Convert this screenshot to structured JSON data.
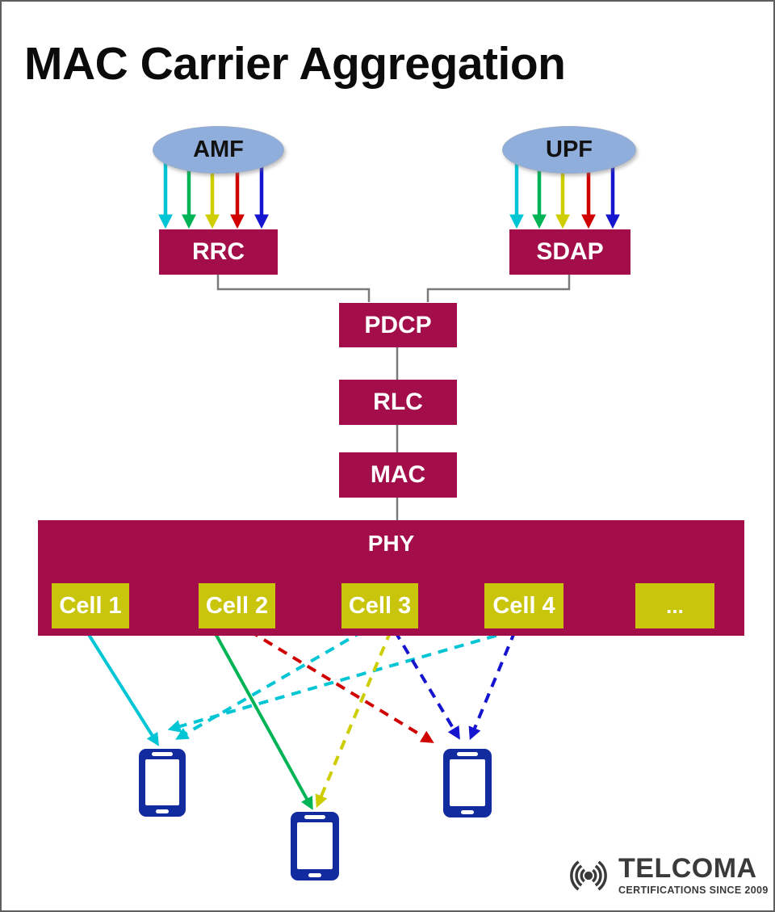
{
  "title": "MAC Carrier Aggregation",
  "core_network": {
    "amf": {
      "label": "AMF"
    },
    "upf": {
      "label": "UPF"
    }
  },
  "stack": {
    "rrc": {
      "label": "RRC"
    },
    "sdap": {
      "label": "SDAP"
    },
    "pdcp": {
      "label": "PDCP"
    },
    "rlc": {
      "label": "RLC"
    },
    "mac": {
      "label": "MAC"
    },
    "phy": {
      "label": "PHY"
    }
  },
  "cells": [
    {
      "label": "Cell 1"
    },
    {
      "label": "Cell 2"
    },
    {
      "label": "Cell 3"
    },
    {
      "label": "Cell 4"
    },
    {
      "label": "..."
    }
  ],
  "devices": [
    {
      "name": "smartphone-1"
    },
    {
      "name": "smartphone-2"
    },
    {
      "name": "smartphone-3"
    }
  ],
  "flows": {
    "amf_to_rrc_arrow_colors": [
      "#00c5d4",
      "#00b456",
      "#cdcd00",
      "#d00000",
      "#1515cf"
    ],
    "upf_to_sdap_arrow_colors": [
      "#00c5d4",
      "#00b456",
      "#cdcd00",
      "#d00000",
      "#1515cf"
    ],
    "cell_links": [
      {
        "from": "Cell 1",
        "to": "smartphone-1",
        "style": "solid",
        "color": "#00c5d4"
      },
      {
        "from": "Cell 2",
        "to": "smartphone-2",
        "style": "solid",
        "color": "#00b456"
      },
      {
        "from": "Cell 2",
        "to": "smartphone-3",
        "style": "dashed",
        "color": "#d00000"
      },
      {
        "from": "Cell 3",
        "to": "smartphone-1",
        "style": "dashed",
        "color": "#00c5d4"
      },
      {
        "from": "Cell 4",
        "to": "smartphone-1",
        "style": "dashed",
        "color": "#00c5d4"
      },
      {
        "from": "Cell 3",
        "to": "smartphone-2",
        "style": "dashed",
        "color": "#cdcd00"
      },
      {
        "from": "Cell 3",
        "to": "smartphone-3",
        "style": "dashed",
        "color": "#1515cf"
      },
      {
        "from": "Cell 4",
        "to": "smartphone-3",
        "style": "dashed",
        "color": "#1515cf"
      }
    ]
  },
  "colors": {
    "layer_box": "#a30d49",
    "cell_box": "#c9c50d",
    "core_ellipse": "#8faedb",
    "phone": "#122b9e",
    "connector_gray": "#7a7a7a"
  },
  "logo": {
    "brand": "TELCOMA",
    "tagline": "CERTIFICATIONS SINCE 2009"
  }
}
